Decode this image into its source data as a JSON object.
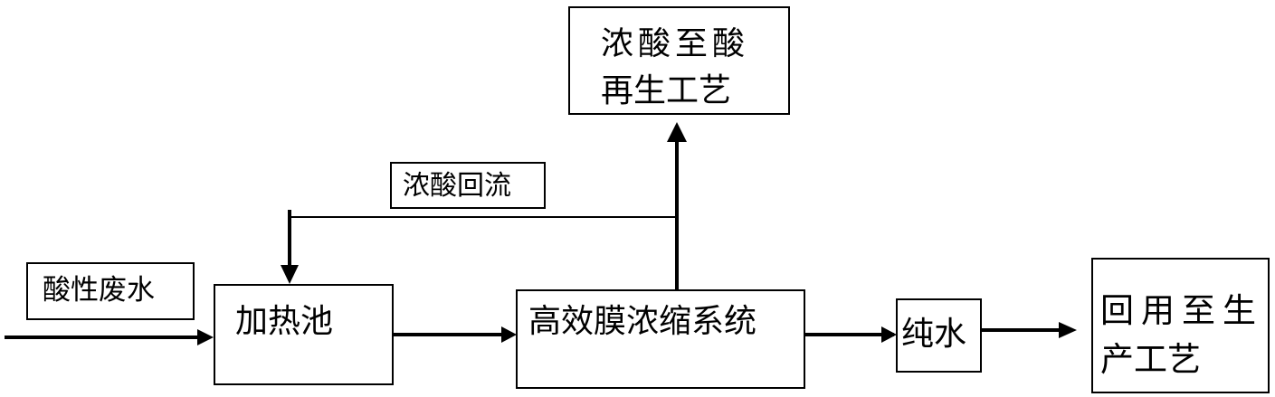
{
  "nodes": {
    "acid_wastewater": "酸性废水",
    "heating_tank": "加热池",
    "membrane_system": "高效膜浓缩系统",
    "pure_water": "纯水",
    "reuse_line1": "回用至生",
    "reuse_line2": "产工艺",
    "conc_acid_line1": "浓酸至酸",
    "conc_acid_line2": "再生工艺",
    "reflux_label": "浓酸回流"
  }
}
